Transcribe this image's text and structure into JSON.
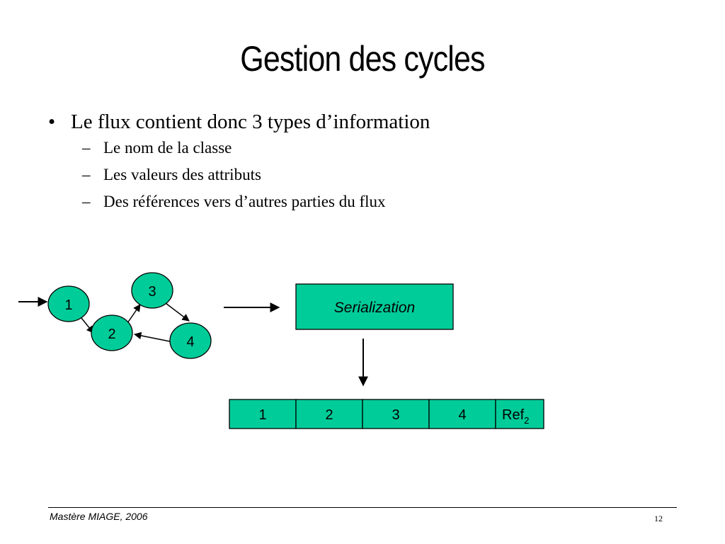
{
  "slide": {
    "title": "Gestion des cycles",
    "bullet": "Le flux contient donc 3 types d’information",
    "sub_bullets": [
      "Le nom de la classe",
      "Les valeurs des attributs",
      "Des références vers d’autres parties du flux"
    ]
  },
  "diagram": {
    "nodes": [
      "1",
      "2",
      "3",
      "4"
    ],
    "process_label": "Serialization",
    "stream_cells": [
      "1",
      "2",
      "3",
      "4"
    ],
    "ref_cell": {
      "base": "Ref",
      "subscript": "2"
    },
    "fill_color": "#00cc99"
  },
  "footer": {
    "left": "Mastère MIAGE, 2006",
    "page": "12"
  }
}
